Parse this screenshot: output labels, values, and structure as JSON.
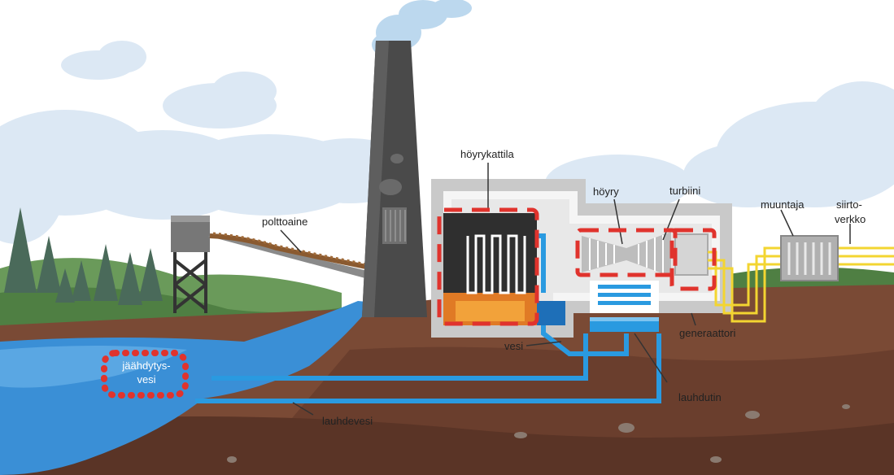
{
  "labels": {
    "steam_boiler": "höyrykattila",
    "fuel": "polttoaine",
    "steam": "höyry",
    "turbine": "turbiini",
    "transformer": "muuntaja",
    "grid_line1": "siirto-",
    "grid_line2": "verkko",
    "generator": "generaattori",
    "water": "vesi",
    "condenser": "lauhdutin",
    "cooling_water_line1": "jäähdytys-",
    "cooling_water_line2": "vesi",
    "condensing_water": "lauhdevesi"
  },
  "colors": {
    "sky": "#ffffff",
    "cloud": "#dce8f4",
    "ground": "#7a4a35",
    "water": "#3a8fd6",
    "pipe": "#2a9ae0",
    "power_line": "#f3d531",
    "highlight": "#e0332d",
    "chimney": "#555555",
    "building": "#c9c9c9"
  }
}
